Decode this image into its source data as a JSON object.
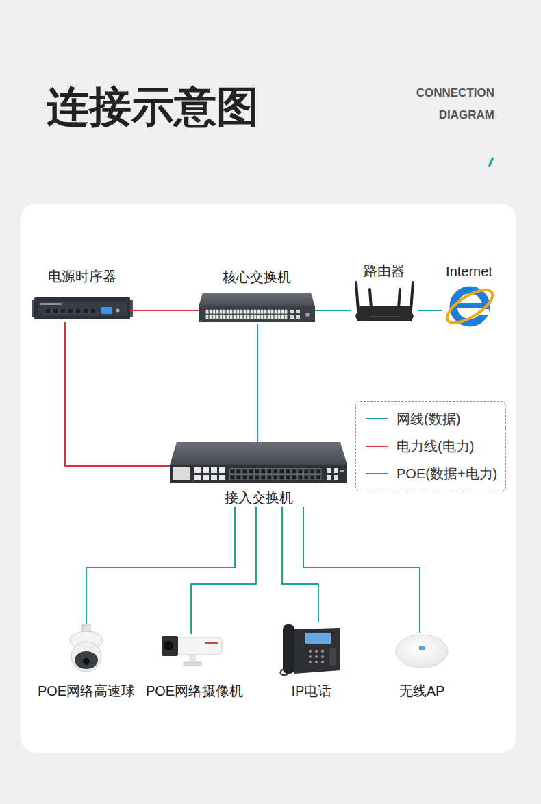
{
  "diagram": {
    "title": "连接示意图",
    "nodes": [
      {
        "text": [
          "电源时序器"
        ]
      },
      {
        "text": [
          "核心交换机"
        ]
      },
      {
        "text": [
          "路由器"
        ]
      },
      {
        "text": [
          "Internet"
        ]
      },
      {
        "text": [
          "接入交换机"
        ]
      },
      {
        "text": [
          "POE网络高速球"
        ]
      },
      {
        "text": [
          "POE网络摄像机"
        ]
      },
      {
        "text": [
          "IP电话"
        ]
      },
      {
        "text": [
          "无线AP"
        ]
      }
    ],
    "edges": [
      {
        "from": 0,
        "to": 1,
        "arrow": "none"
      },
      {
        "from": 1,
        "to": 2,
        "arrow": "none"
      },
      {
        "from": 2,
        "to": 3,
        "arrow": "none"
      },
      {
        "from": 1,
        "to": 4,
        "arrow": "none"
      },
      {
        "from": 0,
        "to": 4,
        "arrow": "none"
      },
      {
        "from": 4,
        "to": 5,
        "arrow": "none"
      },
      {
        "from": 4,
        "to": 6,
        "arrow": "none"
      },
      {
        "from": 4,
        "to": 7,
        "arrow": "none"
      },
      {
        "from": 4,
        "to": 8,
        "arrow": "none"
      }
    ],
    "labels": [
      "CONNECTION",
      "DIAGRAM"
    ],
    "legend": [
      {
        "text": "网线(数据)"
      },
      {
        "text": "电力线(电力)"
      },
      {
        "text": "POE(数据+电力)"
      }
    ]
  }
}
